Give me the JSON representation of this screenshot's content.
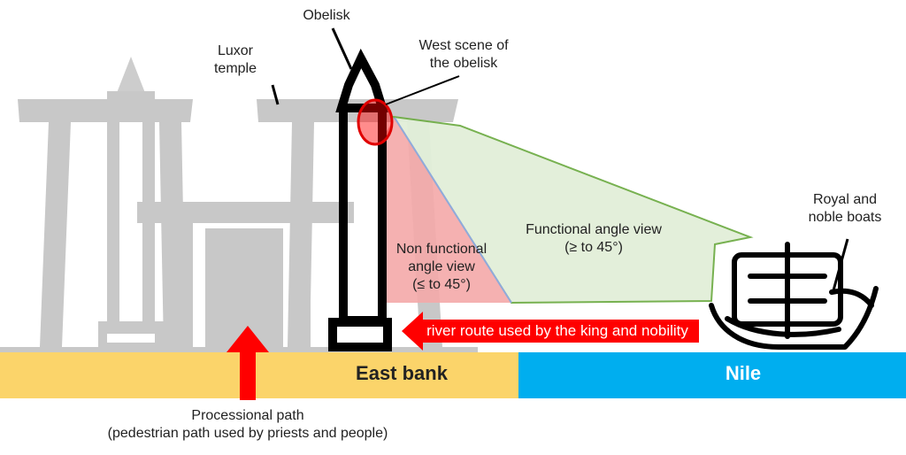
{
  "labels": {
    "obelisk": "Obelisk",
    "luxor_line1": "Luxor",
    "luxor_line2": "temple",
    "west_line1": "West scene of",
    "west_line2": "the obelisk",
    "functional_line1": "Functional angle view",
    "functional_line2": "(≥ to 45°)",
    "nonfunc_line1": "Non functional",
    "nonfunc_line2": "angle view",
    "nonfunc_line3": "(≤ to 45°)",
    "boats_line1": "Royal and",
    "boats_line2": "noble boats",
    "route": "river route used by the king and nobility",
    "east_bank": "East bank",
    "nile": "Nile",
    "path_line1": "Processional path",
    "path_line2": "(pedestrian path used by priests and people)"
  },
  "colors": {
    "temple_gray": "#c8c8c8",
    "east_bank": "#fbd46a",
    "nile": "#00aeef",
    "arrow_red": "#ff0000",
    "functional_fill": "#e2efd9",
    "functional_stroke": "#70ad47",
    "nonfunc_fill": "#f4a8a8",
    "outline": "#000000"
  },
  "icons": {
    "obelisk": "obelisk-outline",
    "boat": "boat-outline",
    "processional_arrow": "up-arrow",
    "route_arrow": "left-arrow"
  }
}
